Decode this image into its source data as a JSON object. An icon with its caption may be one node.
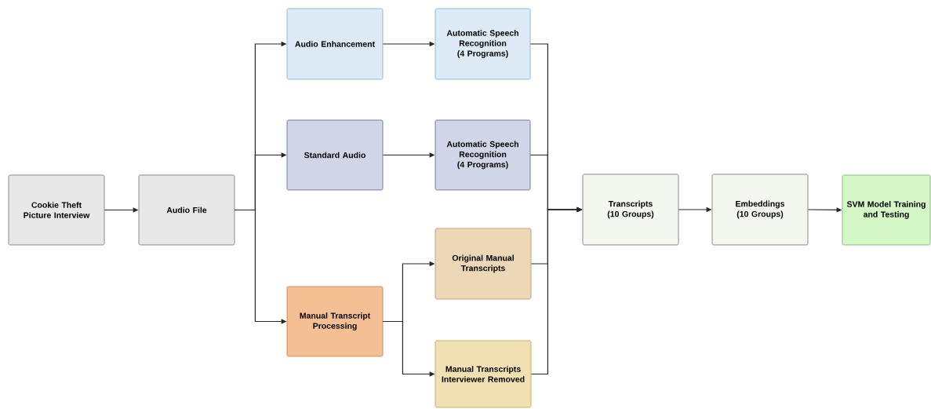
{
  "diagram": {
    "nodes": [
      {
        "text": [
          "Cookie Theft Picture Interview"
        ]
      },
      {
        "text": [
          "Audio File"
        ]
      },
      {
        "text": [
          "Audio Enhancement"
        ]
      },
      {
        "text": [
          "Automatic Speech Recognition (4 Programs)"
        ]
      },
      {
        "text": [
          "Standard Audio"
        ]
      },
      {
        "text": [
          "Automatic Speech Recognition (4 Programs)"
        ]
      },
      {
        "text": [
          "Manual Transcript Processing"
        ]
      },
      {
        "text": [
          "Original Manual Transcripts"
        ]
      },
      {
        "text": [
          "Manual Transcripts Interviewer Removed"
        ]
      },
      {
        "text": [
          "Transcripts (10 Groups)"
        ]
      },
      {
        "text": [
          "Embeddings (10 Groups)"
        ]
      },
      {
        "text": [
          "SVM Model Training and Testing"
        ]
      }
    ],
    "edges": [
      {
        "from": 0,
        "to": 1,
        "arrow": "to"
      },
      {
        "from": 1,
        "to": 2,
        "arrow": "to"
      },
      {
        "from": 1,
        "to": 4,
        "arrow": "to"
      },
      {
        "from": 1,
        "to": 6,
        "arrow": "to"
      },
      {
        "from": 2,
        "to": 3,
        "arrow": "to"
      },
      {
        "from": 4,
        "to": 5,
        "arrow": "to"
      },
      {
        "from": 6,
        "to": 7,
        "arrow": "to"
      },
      {
        "from": 6,
        "to": 8,
        "arrow": "to"
      },
      {
        "from": 3,
        "to": 9,
        "arrow": "to"
      },
      {
        "from": 5,
        "to": 9,
        "arrow": "to"
      },
      {
        "from": 7,
        "to": 9,
        "arrow": "to"
      },
      {
        "from": 8,
        "to": 9,
        "arrow": "to"
      },
      {
        "from": 9,
        "to": 10,
        "arrow": "to"
      },
      {
        "from": 10,
        "to": 11,
        "arrow": "to"
      }
    ]
  }
}
